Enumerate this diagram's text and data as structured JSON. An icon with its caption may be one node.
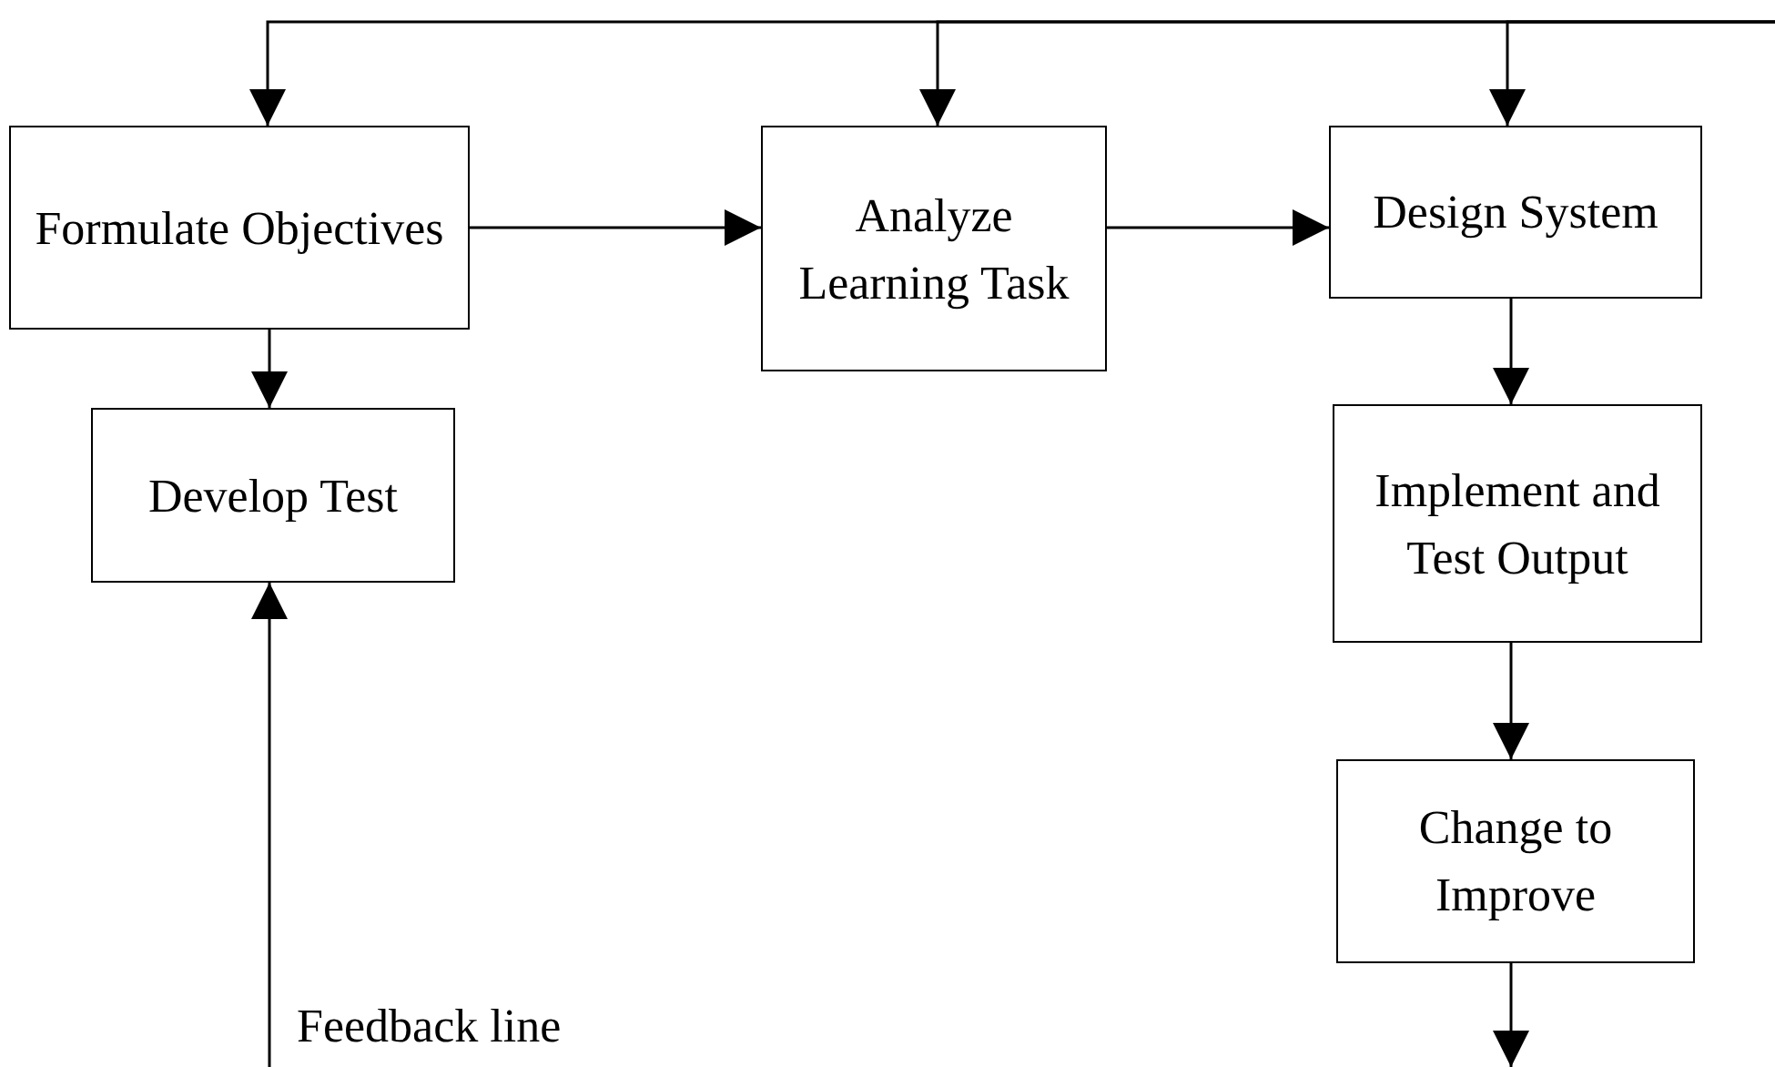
{
  "diagram": {
    "nodes": [
      {
        "text": [
          "Formulate Objectives"
        ]
      },
      {
        "text": [
          "Analyze Learning Task"
        ]
      },
      {
        "text": [
          "Design System"
        ]
      },
      {
        "text": [
          "Develop Test"
        ]
      },
      {
        "text": [
          "Implement and Test Output"
        ]
      },
      {
        "text": [
          "Change to Improve"
        ]
      }
    ],
    "edges": [
      {
        "from": null,
        "to": 0,
        "arrow": "to"
      },
      {
        "from": null,
        "to": 1,
        "arrow": "to"
      },
      {
        "from": null,
        "to": 2,
        "arrow": "to"
      },
      {
        "from": 0,
        "to": 1,
        "arrow": "to"
      },
      {
        "from": 1,
        "to": 2,
        "arrow": "to"
      },
      {
        "from": 0,
        "to": 3,
        "arrow": "to"
      },
      {
        "from": 2,
        "to": 4,
        "arrow": "to"
      },
      {
        "from": 4,
        "to": 5,
        "arrow": "to"
      },
      {
        "from": 5,
        "to": null,
        "arrow": "to"
      },
      {
        "from": null,
        "to": 3,
        "arrow": "to",
        "label": "Feedback line"
      }
    ]
  }
}
